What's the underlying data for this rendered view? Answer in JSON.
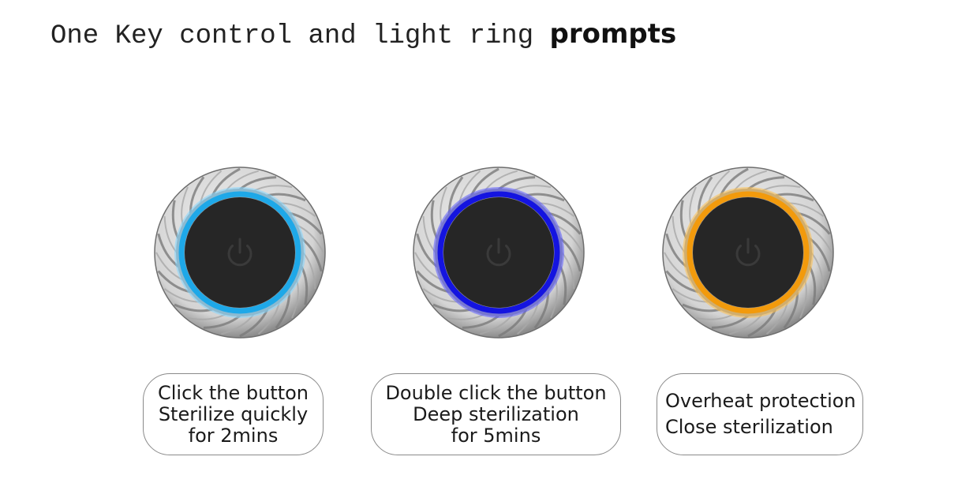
{
  "title": {
    "plain": "One Key control and light ring ",
    "bold": "prompts"
  },
  "modes": [
    {
      "ring_color": "#1ea8e8",
      "ring_glow": "#7fd6ff",
      "lines": [
        "Click the button",
        "Sterilize  quickly",
        "for 2mins"
      ]
    },
    {
      "ring_color": "#1414e0",
      "ring_glow": "#5a5aff",
      "lines": [
        "Double click  the button",
        "Deep sterilization",
        "for  5mins"
      ]
    },
    {
      "ring_color": "#f29a0c",
      "ring_glow": "#ffc04a",
      "lines": [
        "Overheat protection",
        "Close sterilization"
      ]
    }
  ],
  "icons": {
    "power": "power-icon",
    "bezel": "turbine-bezel-icon"
  },
  "colors": {
    "button_face": "#262626",
    "power_icon": "#3a3a3a",
    "bezel_light": "#f2f2f2",
    "bezel_dark": "#8c8c8c"
  }
}
